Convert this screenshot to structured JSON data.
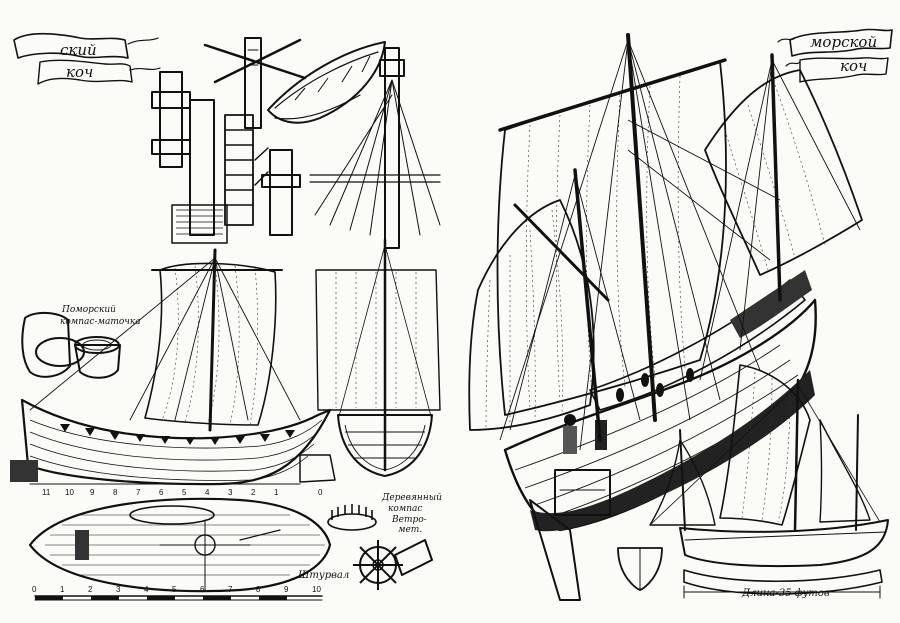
{
  "banners": {
    "left_top": "ский",
    "left_bottom": "коч",
    "right_top": "морской",
    "right_bottom": "коч"
  },
  "labels": {
    "pomor_compass_line1": "Поморский",
    "pomor_compass_line2": "компас-маточка",
    "wood_compass_line1": "Деревянный",
    "wood_compass_line2": "компас",
    "wood_compass_line3": "Ветро-",
    "wood_compass_line4": "мет.",
    "helm": "Штурвал",
    "length": "Длина-35 футов"
  },
  "scale": {
    "ticks": [
      "0",
      "1",
      "2",
      "3",
      "4",
      "5",
      "6",
      "7",
      "8",
      "9",
      "10"
    ],
    "hull_stations": [
      "11",
      "10",
      "9",
      "8",
      "7",
      "6",
      "5",
      "4",
      "3",
      "2",
      "1",
      "0"
    ]
  },
  "colors": {
    "ink": "#111111",
    "paper": "#fbfbf8"
  }
}
